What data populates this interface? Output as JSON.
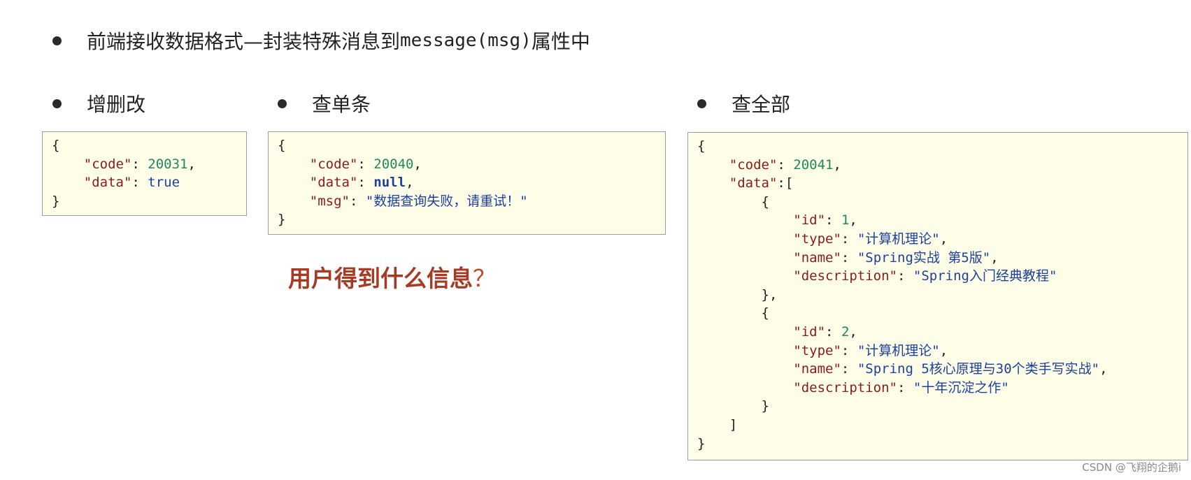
{
  "heading": {
    "text_cn_1": "前端接收数据格式—封装特殊消息到",
    "text_code": "message(msg)",
    "text_cn_2": "属性中"
  },
  "sections": {
    "crud": {
      "title": "增删改"
    },
    "single": {
      "title": "查单条"
    },
    "all": {
      "title": "查全部"
    }
  },
  "code": {
    "crud": {
      "open": "{",
      "code_key": "\"code\"",
      "code_val": "20031",
      "data_key": "\"data\"",
      "data_val": "true",
      "close": "}"
    },
    "single": {
      "open": "{",
      "code_key": "\"code\"",
      "code_val": "20040",
      "data_key": "\"data\"",
      "data_val": "null",
      "msg_key": "\"msg\"",
      "msg_val": "\"数据查询失败，请重试！\"",
      "close": "}"
    },
    "all": {
      "open": "{",
      "code_key": "\"code\"",
      "code_val": "20041",
      "data_key": "\"data\"",
      "items": [
        {
          "id_key": "\"id\"",
          "id_val": "1",
          "type_key": "\"type\"",
          "type_val": "\"计算机理论\"",
          "name_key": "\"name\"",
          "name_val": "\"Spring实战 第5版\"",
          "desc_key": "\"description\"",
          "desc_val": "\"Spring入门经典教程\""
        },
        {
          "id_key": "\"id\"",
          "id_val": "2",
          "type_key": "\"type\"",
          "type_val": "\"计算机理论\"",
          "name_key": "\"name\"",
          "name_val": "\"Spring 5核心原理与30个类手写实战\"",
          "desc_key": "\"description\"",
          "desc_val": "\"十年沉淀之作\""
        }
      ],
      "close": "}"
    }
  },
  "question": {
    "text": "用户得到什么信息",
    "mark": "？"
  },
  "watermark": {
    "text": "CSDN @飞翔的企鹅i"
  }
}
